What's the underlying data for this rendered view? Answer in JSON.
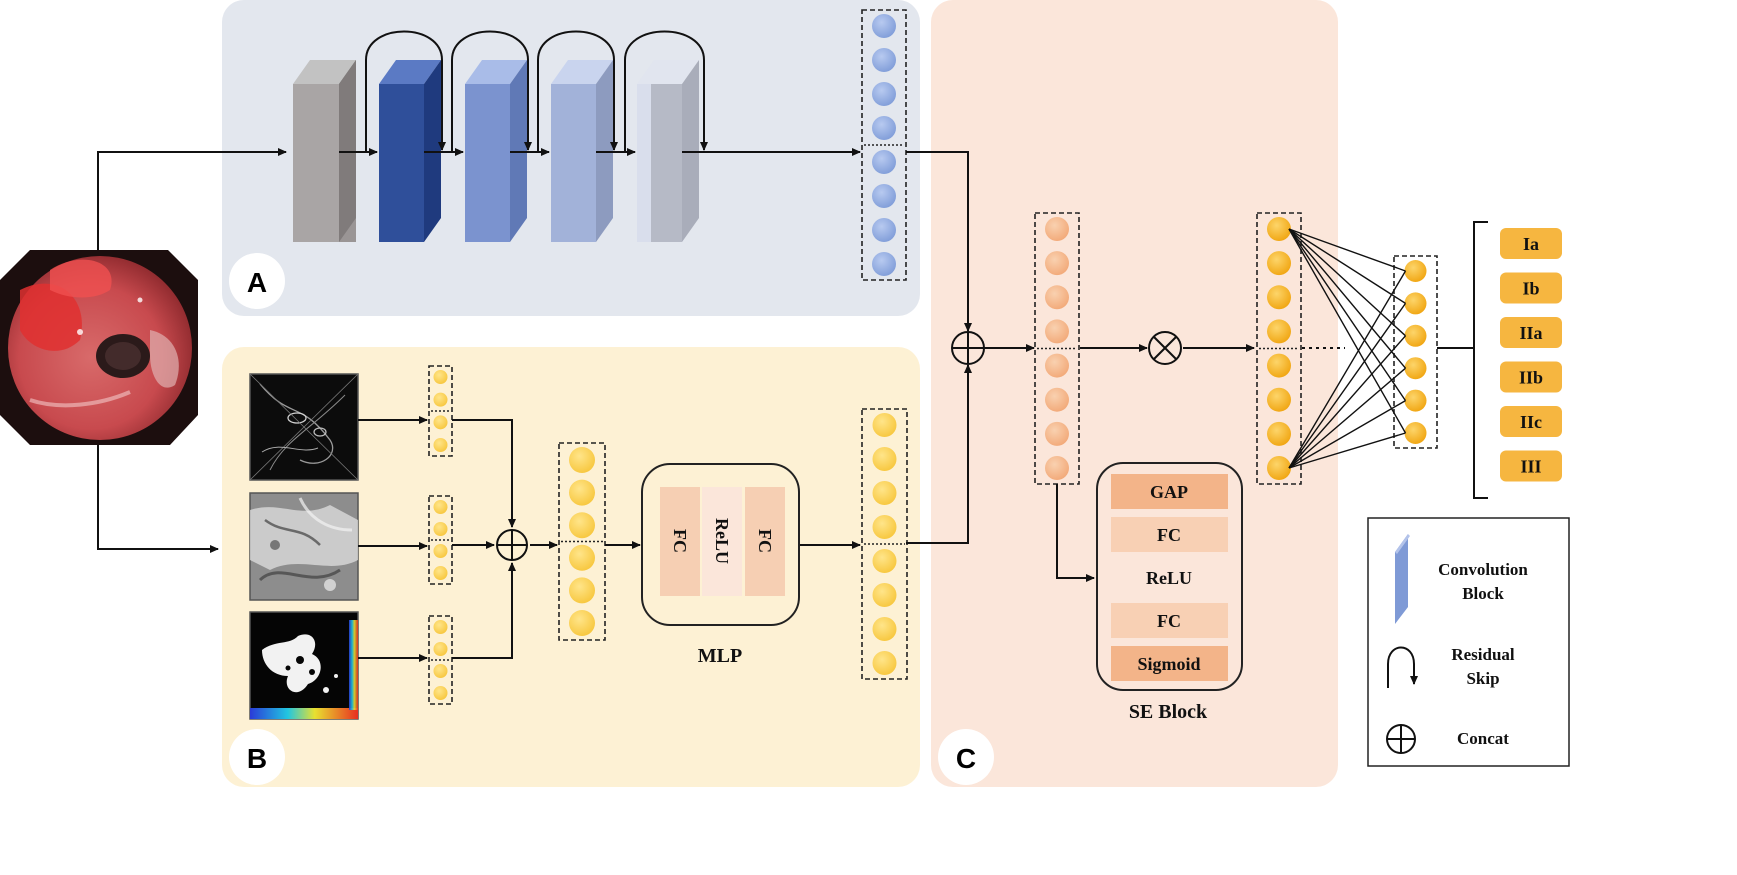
{
  "panels": {
    "a_label": "A",
    "b_label": "B",
    "c_label": "C"
  },
  "mlp": {
    "title": "MLP",
    "layers": [
      "FC",
      "ReLU",
      "FC"
    ]
  },
  "se_block": {
    "title": "SE Block",
    "layers": [
      "GAP",
      "FC",
      "ReLU",
      "FC",
      "Sigmoid"
    ]
  },
  "classes": [
    "Ia",
    "Ib",
    "IIa",
    "IIb",
    "IIc",
    "III"
  ],
  "legend": {
    "convolution": "Convolution Block",
    "residual": "Residual Skip",
    "concat": "Concat"
  },
  "colors": {
    "panel_a_bg": "#e3e7ee",
    "panel_b_bg": "#fdf1d4",
    "panel_c_bg": "#fbe6da",
    "blue_node": "#8ea9e0",
    "yellow_node": "#fad15c",
    "orange_node": "#f5b98c",
    "gold_node": "#f6b526",
    "fc_fill": "#f6cfb3",
    "relu_fill": "#fbe6da",
    "class_fill": "#f6b640"
  },
  "icons": {
    "endoscopy": "endoscopy-image-icon",
    "edge_map": "edge-feature-map-icon",
    "texture_map": "texture-feature-map-icon",
    "mask_map": "mask-heatmap-icon"
  }
}
